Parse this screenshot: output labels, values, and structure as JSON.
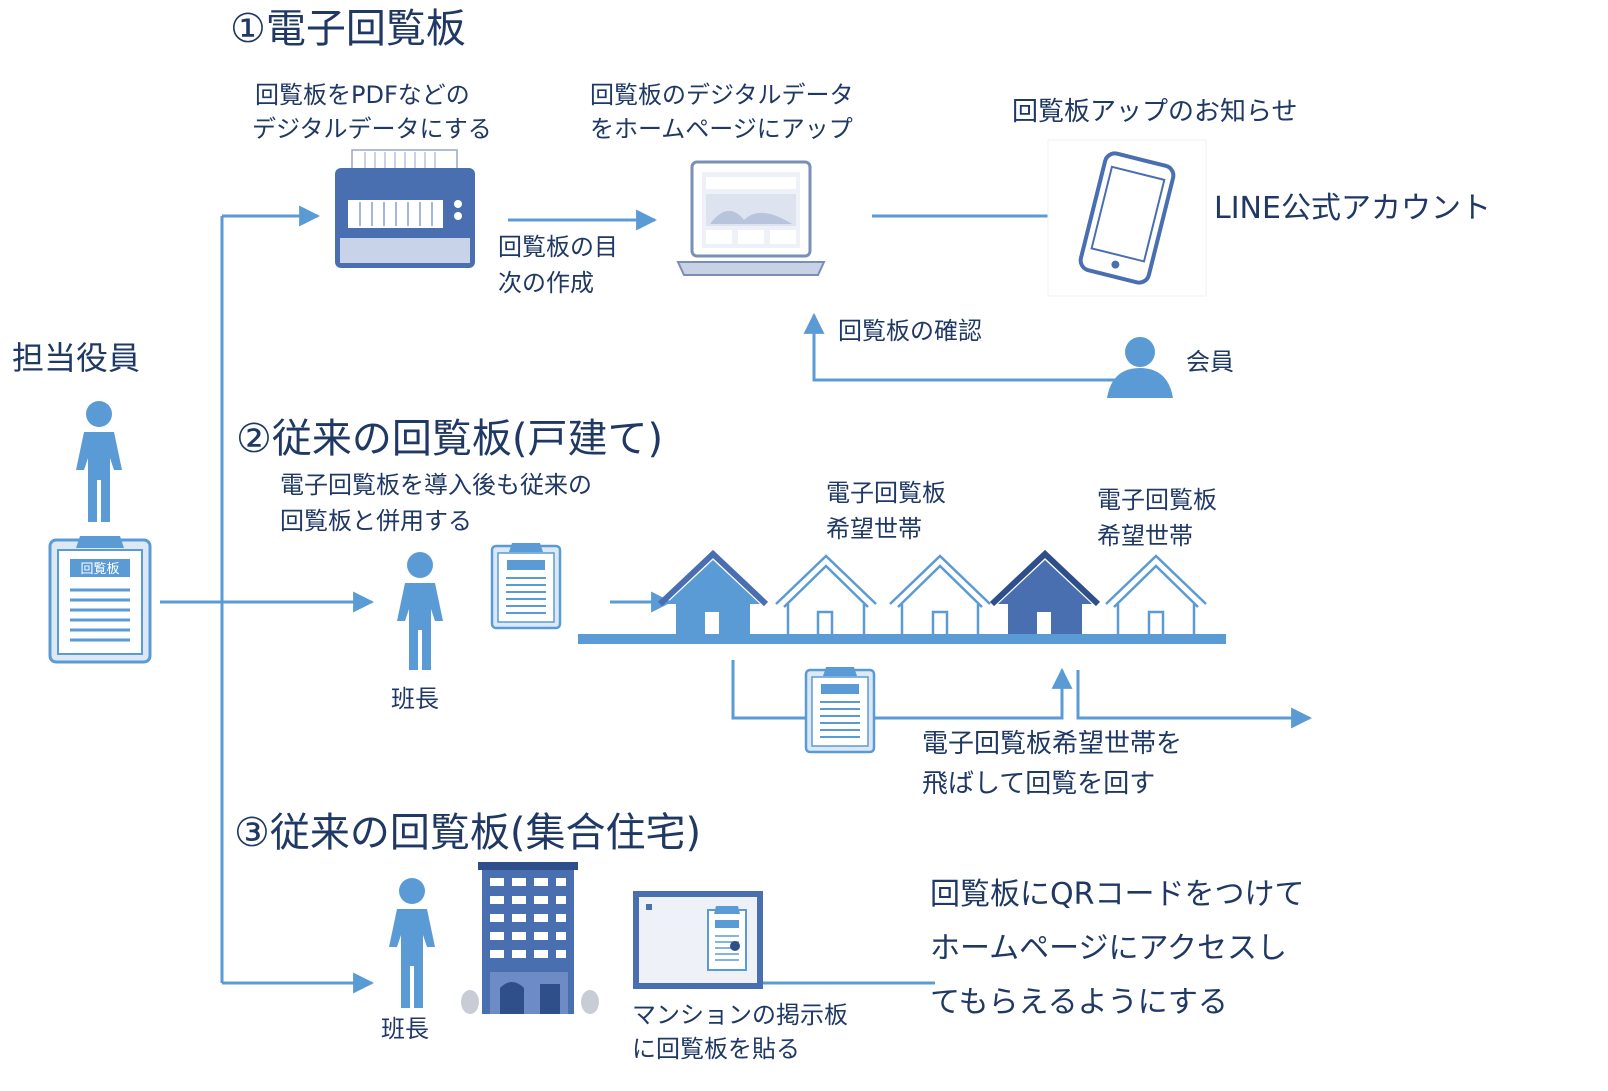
{
  "sections": {
    "s1_title": "①電子回覧板",
    "s2_title": "②従来の回覧板(戸建て)",
    "s3_title": "③従来の回覧板(集合住宅)"
  },
  "actors": {
    "officer": "担当役員",
    "leader_2": "班長",
    "leader_3": "班長",
    "member": "会員"
  },
  "section1": {
    "make_pdf_1": "回覧板をPDFなどの",
    "make_pdf_2": "デジタルデータにする",
    "toc_1": "回覧板の目",
    "toc_2": "次の作成",
    "upload_1": "回覧板のデジタルデータ",
    "upload_2": "をホームページにアップ",
    "notify": "回覧板アップのお知らせ",
    "line_account": "LINE公式アカウント",
    "confirm": "回覧板の確認"
  },
  "section2": {
    "note_1": "電子回覧板を導入後も従来の",
    "note_2": "回覧板と併用する",
    "wish_a_1": "電子回覧板",
    "wish_a_2": "希望世帯",
    "wish_b_1": "電子回覧板",
    "wish_b_2": "希望世帯",
    "skip_1": "電子回覧板希望世帯を",
    "skip_2": "飛ばして回覧を回す"
  },
  "section3": {
    "board_1": "マンションの掲示板",
    "board_2": "に回覧板を貼る",
    "qr_1": "回覧板にQRコードをつけて",
    "qr_2": "ホームページにアクセスし",
    "qr_3": "てもらえるようにする"
  },
  "icons": {
    "clipboard_label": "回覧板"
  },
  "colors": {
    "text": "#1f3864",
    "icon": "#5b9bd5",
    "icon_dark": "#4a6fb0",
    "line": "#5b9bd5"
  }
}
